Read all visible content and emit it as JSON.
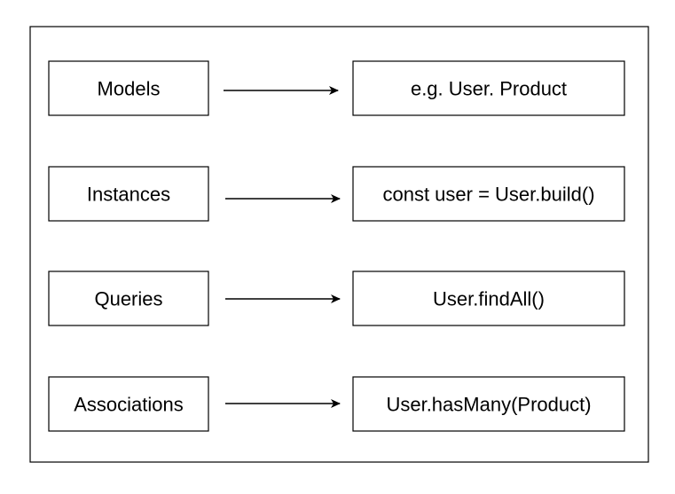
{
  "diagram": {
    "rows": [
      {
        "concept": "Models",
        "example": "e.g. User. Product"
      },
      {
        "concept": "Instances",
        "example": "const user = User.build()"
      },
      {
        "concept": "Queries",
        "example": "User.findAll()"
      },
      {
        "concept": "Associations",
        "example": "User.hasMany(Product)"
      }
    ]
  },
  "colors": {
    "stroke": "#000000",
    "background": "#ffffff"
  }
}
